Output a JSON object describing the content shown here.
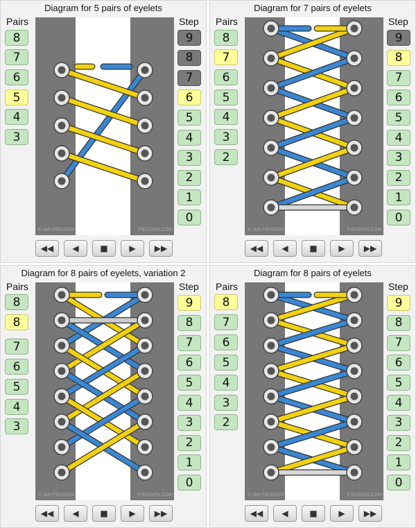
{
  "panels": [
    {
      "title": "Diagram for 5 pairs of eyelets",
      "pairs_label": "Pairs",
      "step_label": "Step",
      "pairs": [
        {
          "label": "8",
          "state": "green"
        },
        {
          "label": "7",
          "state": "green"
        },
        {
          "label": "6",
          "state": "green"
        },
        {
          "label": "5",
          "state": "yellow"
        },
        {
          "label": "4",
          "state": "green"
        },
        {
          "label": "3",
          "state": "green"
        }
      ],
      "steps": [
        {
          "label": "9",
          "state": "grey"
        },
        {
          "label": "8",
          "state": "grey"
        },
        {
          "label": "7",
          "state": "grey"
        },
        {
          "label": "6",
          "state": "yellow"
        },
        {
          "label": "5",
          "state": "green"
        },
        {
          "label": "4",
          "state": "green"
        },
        {
          "label": "3",
          "state": "green"
        },
        {
          "label": "2",
          "state": "green"
        },
        {
          "label": "1",
          "state": "green"
        },
        {
          "label": "0",
          "state": "green"
        }
      ],
      "eyelet_count": 5,
      "watermark_left": "© IAN FIEGGEN",
      "watermark_right": "FIEGGEN.COM"
    },
    {
      "title": "Diagram for 7 pairs of eyelets",
      "pairs_label": "Pairs",
      "step_label": "Step",
      "pairs": [
        {
          "label": "8",
          "state": "green"
        },
        {
          "label": "7",
          "state": "yellow"
        },
        {
          "label": "6",
          "state": "green"
        },
        {
          "label": "5",
          "state": "green"
        },
        {
          "label": "4",
          "state": "green"
        },
        {
          "label": "3",
          "state": "green"
        },
        {
          "label": "2",
          "state": "green"
        }
      ],
      "steps": [
        {
          "label": "9",
          "state": "grey"
        },
        {
          "label": "8",
          "state": "yellow"
        },
        {
          "label": "7",
          "state": "green"
        },
        {
          "label": "6",
          "state": "green"
        },
        {
          "label": "5",
          "state": "green"
        },
        {
          "label": "4",
          "state": "green"
        },
        {
          "label": "3",
          "state": "green"
        },
        {
          "label": "2",
          "state": "green"
        },
        {
          "label": "1",
          "state": "green"
        },
        {
          "label": "0",
          "state": "green"
        }
      ],
      "eyelet_count": 7,
      "watermark_left": "© IAN FIEGGEN",
      "watermark_right": "FIEGGEN.COM"
    },
    {
      "title": "Diagram for 8 pairs of eyelets, variation 2",
      "pairs_label": "Pairs",
      "step_label": "Step",
      "pairs": [
        {
          "label": "8",
          "state": "green"
        },
        {
          "label": "8",
          "state": "yellow"
        },
        {
          "label": "7",
          "state": "green"
        },
        {
          "label": "6",
          "state": "green"
        },
        {
          "label": "5",
          "state": "green"
        },
        {
          "label": "4",
          "state": "green"
        },
        {
          "label": "3",
          "state": "green"
        }
      ],
      "steps": [
        {
          "label": "9",
          "state": "yellow"
        },
        {
          "label": "8",
          "state": "green"
        },
        {
          "label": "7",
          "state": "green"
        },
        {
          "label": "6",
          "state": "green"
        },
        {
          "label": "5",
          "state": "green"
        },
        {
          "label": "4",
          "state": "green"
        },
        {
          "label": "3",
          "state": "green"
        },
        {
          "label": "2",
          "state": "green"
        },
        {
          "label": "1",
          "state": "green"
        },
        {
          "label": "0",
          "state": "green"
        }
      ],
      "eyelet_count": 8,
      "watermark_left": "© IAN FIEGGEN",
      "watermark_right": "FIEGGEN.COM"
    },
    {
      "title": "Diagram for 8 pairs of eyelets",
      "pairs_label": "Pairs",
      "step_label": "Step",
      "pairs": [
        {
          "label": "8",
          "state": "yellow"
        },
        {
          "label": "7",
          "state": "green"
        },
        {
          "label": "6",
          "state": "green"
        },
        {
          "label": "5",
          "state": "green"
        },
        {
          "label": "4",
          "state": "green"
        },
        {
          "label": "3",
          "state": "green"
        },
        {
          "label": "2",
          "state": "green"
        }
      ],
      "steps": [
        {
          "label": "9",
          "state": "yellow"
        },
        {
          "label": "8",
          "state": "green"
        },
        {
          "label": "7",
          "state": "green"
        },
        {
          "label": "6",
          "state": "green"
        },
        {
          "label": "5",
          "state": "green"
        },
        {
          "label": "4",
          "state": "green"
        },
        {
          "label": "3",
          "state": "green"
        },
        {
          "label": "2",
          "state": "green"
        },
        {
          "label": "1",
          "state": "green"
        },
        {
          "label": "0",
          "state": "green"
        }
      ],
      "eyelet_count": 8,
      "watermark_left": "© IAN FIEGGEN",
      "watermark_right": "FIEGGEN.COM"
    }
  ],
  "controls": [
    "rewind",
    "step-back",
    "stop",
    "step-forward",
    "fast-forward"
  ],
  "colors": {
    "green": "#c4e6c0",
    "yellow": "#ffff99",
    "grey": "#7a7a7a",
    "lace_blue": "#3a87d4",
    "lace_yellow": "#f2d20f",
    "shoe": "#777777"
  }
}
